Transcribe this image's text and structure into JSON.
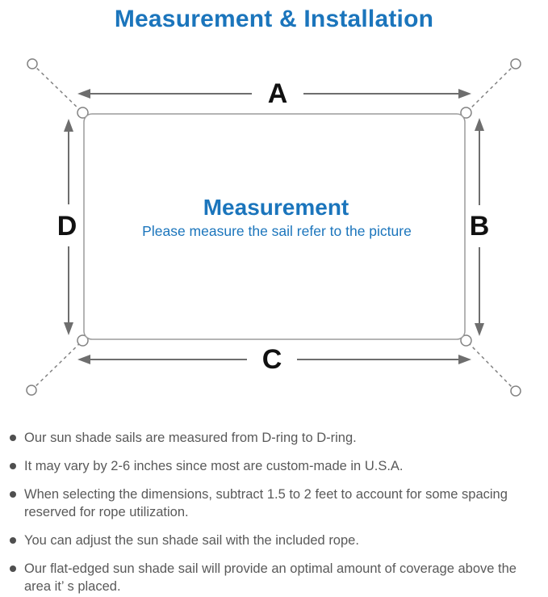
{
  "title": "Measurement & Installation",
  "diagram": {
    "label_top": "A",
    "label_right": "B",
    "label_bottom": "C",
    "label_left": "D",
    "center_title": "Measurement",
    "center_subtitle": "Please measure the sail refer to the picture"
  },
  "notes": [
    "Our sun shade sails are measured from D-ring to D-ring.",
    "It may vary by 2-6 inches since most are custom-made in U.S.A.",
    "When selecting the dimensions, subtract 1.5 to 2 feet to account for some spacing reserved for rope utilization.",
    "You can adjust the sun shade sail with the included rope.",
    "Our flat-edged sun shade sail will provide an optimal amount of coverage above the area it’ s placed."
  ],
  "colors": {
    "accent_blue": "#1B75BC",
    "line_gray": "#828282",
    "outline_gray": "#9b9b9b",
    "arrow_gray": "#6e6e6e",
    "label_black": "#111111",
    "text_gray": "#595959",
    "bullet_gray": "#4f4f4f"
  }
}
